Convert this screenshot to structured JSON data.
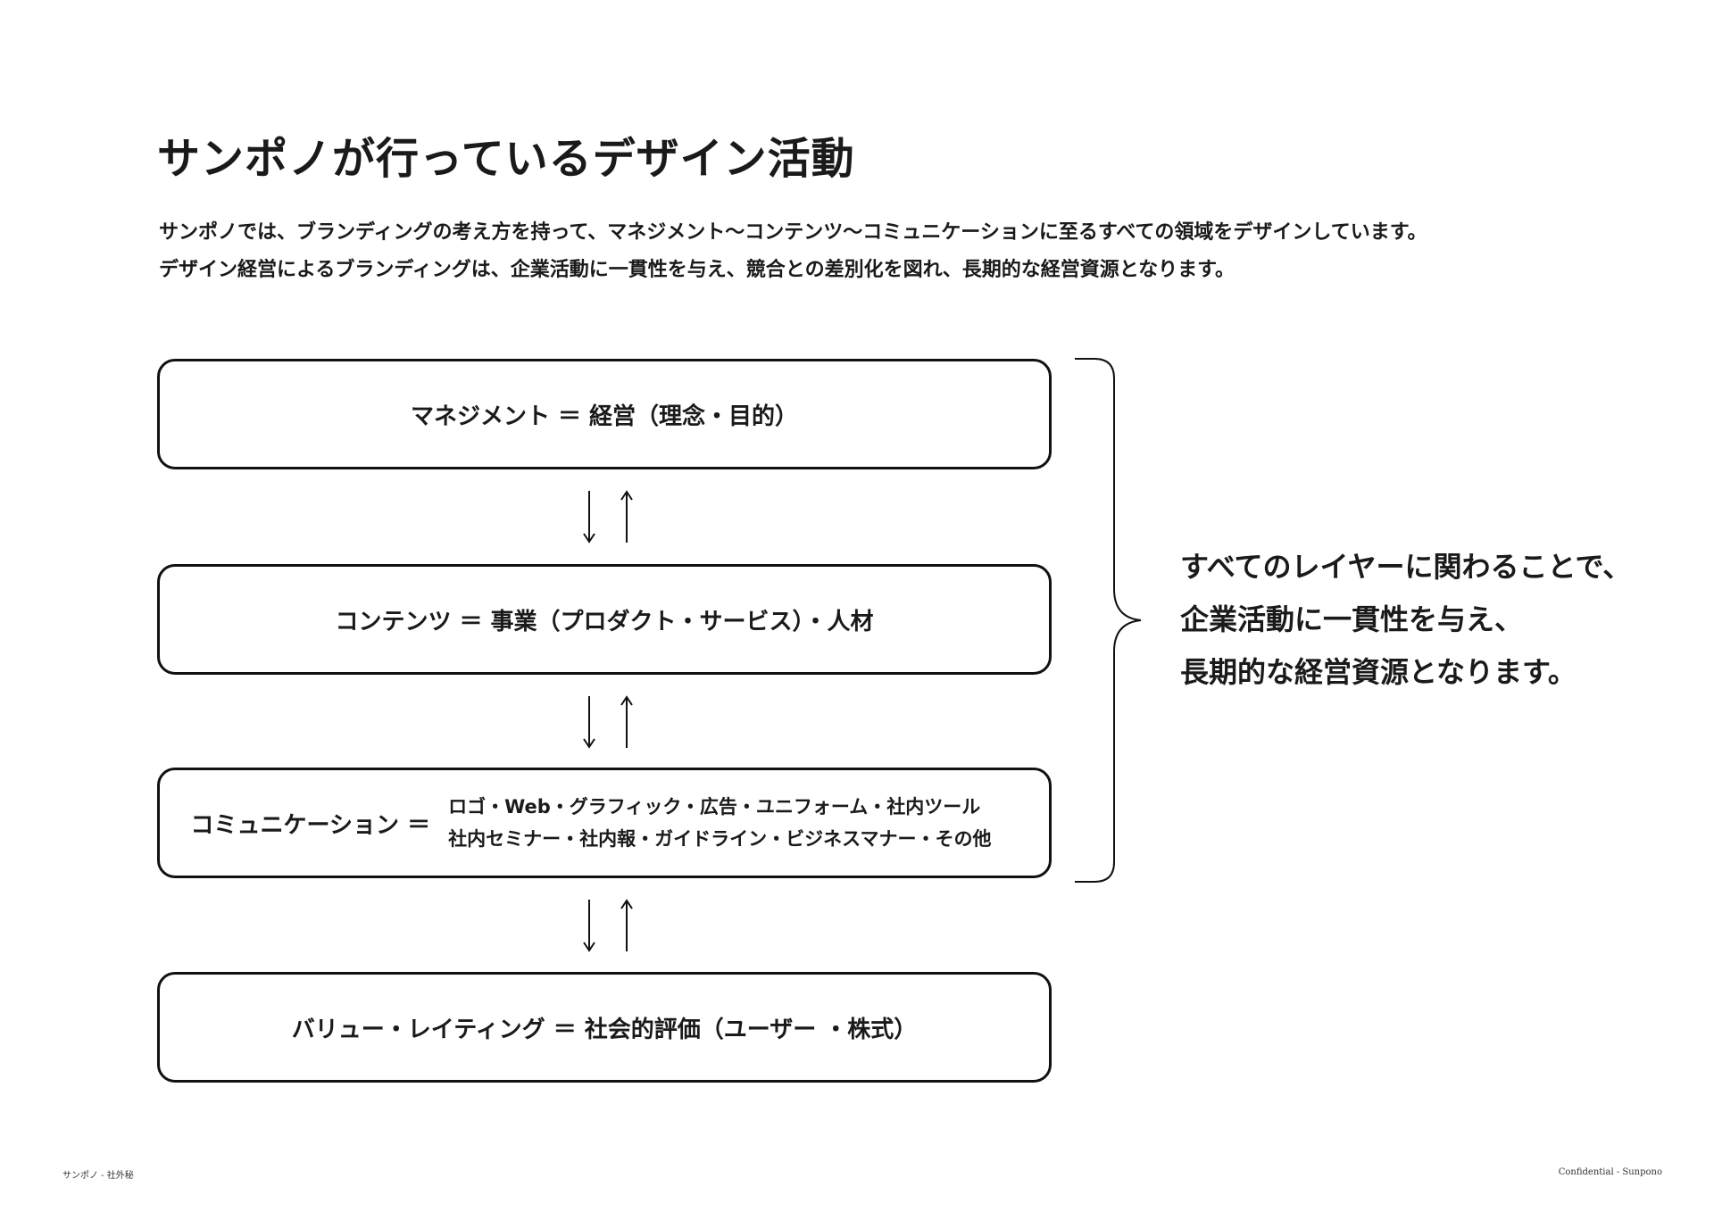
{
  "title": "サンポノが行っているデザイン活動",
  "intro": {
    "line1": "サンポノでは、ブランディングの考え方を持って、マネジメント〜コンテンツ〜コミュニケーションに至るすべての領域をデザインしています。",
    "line2": "デザイン経営によるブランディングは、企業活動に一貫性を与え、競合との差別化を図れ、長期的な経営資源となります。"
  },
  "layers": {
    "management": "マネジメント ＝ 経営（理念・目的）",
    "contents": "コンテンツ ＝ 事業（プロダクト・サービス）・人材",
    "communication": {
      "label": "コミュニケーション ＝",
      "items_line1": "ロゴ・Web・グラフィック・広告・ユニフォーム・社内ツール",
      "items_line2": "社内セミナー・社内報・ガイドライン・ビジネスマナー・その他"
    },
    "value": "バリュー・レイティング ＝ 社会的評価（ユーザー ・株式）"
  },
  "summary": {
    "line1": "すべてのレイヤーに関わることで、",
    "line2": "企業活動に一貫性を与え、",
    "line3": "長期的な経営資源となります。"
  },
  "footer": {
    "left": "サンポノ - 社外秘",
    "right": "Confidential - Sunpono"
  }
}
